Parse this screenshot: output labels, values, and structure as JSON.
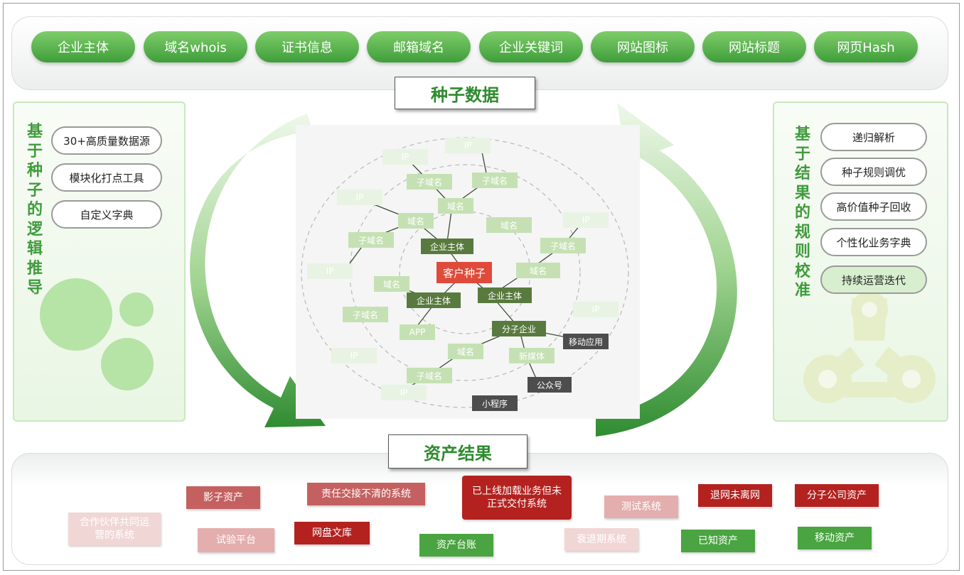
{
  "seed_categories": [
    "企业主体",
    "域名whois",
    "证书信息",
    "邮箱域名",
    "企业关键词",
    "网站图标",
    "网站标题",
    "网页Hash"
  ],
  "titles": {
    "seed": "种子数据",
    "result": "资产结果"
  },
  "left_panel": {
    "title_chars": [
      "基",
      "于",
      "种",
      "子",
      "的",
      "逻",
      "辑",
      "推",
      "导"
    ],
    "features": [
      "30+高质量数据源",
      "模块化打点工具",
      "自定义字典"
    ]
  },
  "right_panel": {
    "title_chars": [
      "基",
      "于",
      "结",
      "果",
      "的",
      "规",
      "则",
      "校",
      "准"
    ],
    "features": [
      "递归解析",
      "种子规则调优",
      "高价值种子回收",
      "个性化业务字典",
      "持续运营迭代"
    ]
  },
  "graph_nodes": {
    "center": "客户种子",
    "entity_1": "企业主体",
    "entity_2": "企业主体",
    "entity_3": "企业主体",
    "subsidiary": "分子企业",
    "domain_1": "域名",
    "domain_2": "域名",
    "domain_3": "域名",
    "domain_4": "域名",
    "domain_5": "域名",
    "domain_6": "域名",
    "subdomain_1": "子域名",
    "subdomain_2": "子域名",
    "subdomain_3": "子域名",
    "subdomain_4": "子域名",
    "subdomain_5": "子域名",
    "app": "APP",
    "new_media": "新媒体",
    "mobile_app": "移动应用",
    "official_account": "公众号",
    "mini_program": "小程序",
    "ip": "IP"
  },
  "results": {
    "shadow": "影子资产",
    "responsibility": "责任交接不清的系统",
    "online_not_delivered": "已上线加载业务但未正式交付系统",
    "test_system": "测试系统",
    "retired": "退网未离网",
    "subsidiary_assets": "分子公司资产",
    "partner": "合作伙伴共同运营的系统",
    "trial_platform": "试验平台",
    "netdisk": "网盘文库",
    "ledger": "资产台账",
    "declining": "衰退期系统",
    "known": "已知资产",
    "mobile_assets": "移动资产"
  },
  "colors": {
    "accent_green": "#3f9b3c",
    "node_red": "#e04a3a",
    "node_dark_green": "#597a3e",
    "result_dark_red": "#b3221f"
  }
}
